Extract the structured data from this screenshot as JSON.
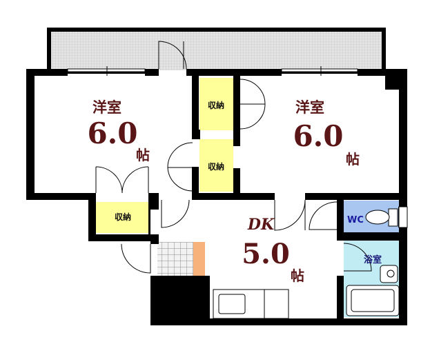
{
  "plan": {
    "rooms": {
      "western_left": {
        "name": "洋室",
        "size": "6.0",
        "unit": "帖"
      },
      "western_right": {
        "name": "洋室",
        "size": "6.0",
        "unit": "帖"
      },
      "dk": {
        "name": "DK",
        "size": "5.0",
        "unit": "帖"
      },
      "wc": {
        "name": "WC"
      },
      "bath": {
        "name": "浴室"
      }
    },
    "storage": {
      "a": "収納",
      "b": "収納",
      "c": "収納"
    }
  },
  "colors": {
    "wall": "#000000",
    "balcony": "#d9d9d9",
    "storage": "#ffff99",
    "wc": "#a8c6f0",
    "bath": "#c2ecf3",
    "room_text": "#5a1616",
    "wc_text": "#1a1aa0"
  }
}
